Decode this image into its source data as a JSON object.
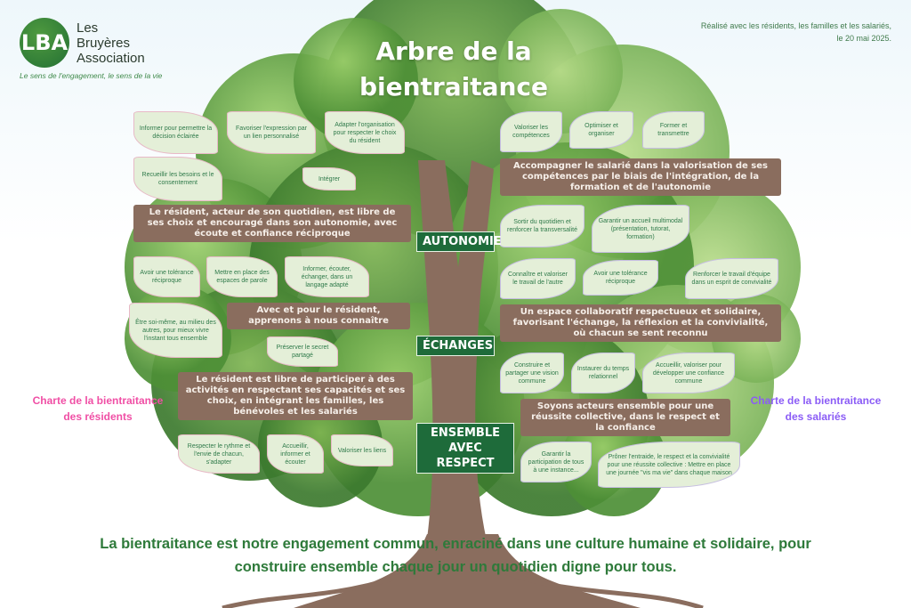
{
  "header": {
    "logo_monogram": "LBA",
    "logo_lines": [
      "Les",
      "Bruyères",
      "Association"
    ],
    "tagline": "Le sens de l'engagement, le sens de la vie",
    "credit": "Réalisé avec les résidents, les familles et les salariés, le 20 mai 2025."
  },
  "title": "Arbre de la bientraitance",
  "labels": {
    "autonomie": "AUTONOMIE",
    "echanges": "ÉCHANGES",
    "ensemble": "ENSEMBLE AVEC RESPECT"
  },
  "banners": {
    "res_autonomie": "Le résident, acteur de son quotidien, est libre de ses choix et encouragé dans son autonomie, avec écoute et confiance réciproque",
    "sal_autonomie": "Accompagner le salarié dans la valorisation de ses compétences par le biais de l'intégration, de la formation et de l'autonomie",
    "res_echanges": "Avec et pour le résident, apprenons à nous connaître",
    "sal_echanges": "Un espace collaboratif respectueux et solidaire, favorisant l'échange, la réflexion et la convivialité, où chacun se sent reconnu",
    "res_ensemble": "Le résident est libre de participer à des activités en respectant ses capacités et ses choix, en intégrant les familles, les bénévoles et les salariés",
    "sal_ensemble": "Soyons acteurs ensemble pour une réussite collective, dans le respect et la confiance"
  },
  "leaves_residents": [
    "Informer pour permettre la décision éclairée",
    "Favoriser l'expression par un lien personnalisé",
    "Adapter l'organisation pour respecter le choix du résident",
    "Recueillir les besoins et le consentement",
    "Intégrer",
    "Avoir une tolérance réciproque",
    "Mettre en place des espaces de parole",
    "Informer, écouter, échanger, dans un langage adapté",
    "Être soi-même, au milieu des autres, pour mieux vivre l'instant tous ensemble",
    "Préserver le secret partagé",
    "Respecter le rythme et l'envie de chacun, s'adapter",
    "Accueillir, informer et écouter",
    "Valoriser les liens"
  ],
  "leaves_salaries": [
    "Valoriser les compétences",
    "Optimiser et organiser",
    "Former et transmettre",
    "Sortir du quotidien et renforcer la transversalité",
    "Garantir un accueil multimodal (présentation, tutorat, formation)",
    "Connaître et valoriser le travail de l'autre",
    "Renforcer le travail d'équipe dans un esprit de convivialité",
    "Avoir une tolérance réciproque",
    "Construire et partager une vision commune",
    "Instaurer du temps relationnel",
    "Accueillir, valoriser pour développer une confiance commune",
    "Prôner l'entraide, le respect et la convivialité pour une réussite collective : Mettre en place une journée \"vis ma vie\" dans chaque maison",
    "Garantir la participation de tous à une instance..."
  ],
  "side": {
    "residents": "Charte de la bientraitance des résidents",
    "salaries": "Charte de la bientraitance des salariés"
  },
  "bottom_text": "La bientraitance est notre engagement commun, enraciné dans une culture humaine et solidaire, pour construire ensemble chaque jour un quotidien digne pour tous.",
  "colors": {
    "residents_accent": "#f04fa5",
    "salaries_accent": "#8b5cf6",
    "label_green": "#1e6b3a",
    "branch_brown": "#8a6d5e"
  }
}
